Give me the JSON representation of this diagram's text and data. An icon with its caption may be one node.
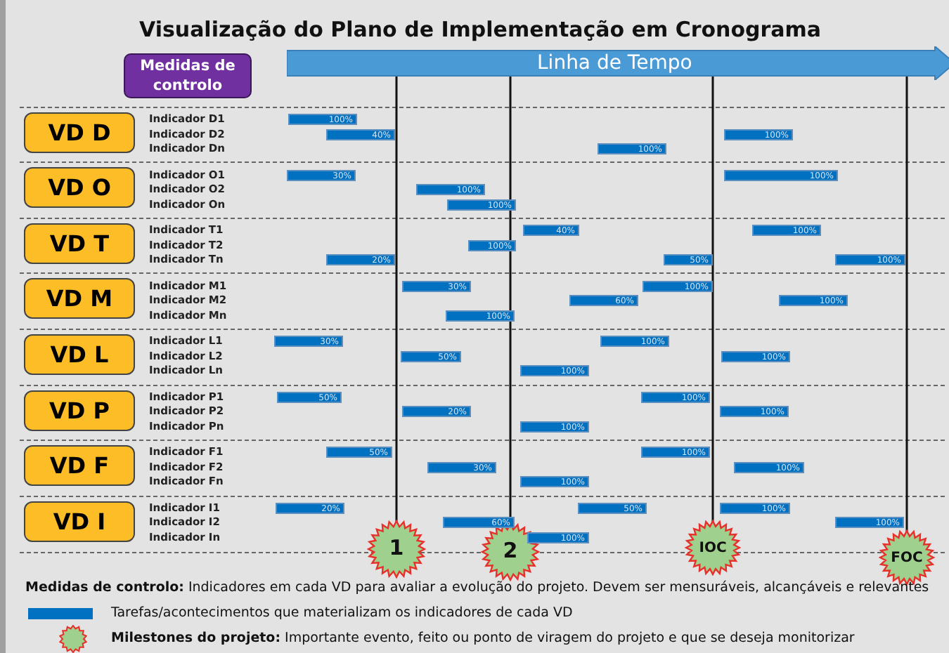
{
  "diagram": {
    "title": "Visualização do Plano de Implementação em Cronograma",
    "nodes": [
      {
        "text": [
          "Medidas de controlo"
        ]
      },
      {
        "text": [
          "Linha de Tempo"
        ]
      },
      {
        "text": [
          "VD D"
        ]
      },
      {
        "text": [
          "VD O"
        ]
      },
      {
        "text": [
          "VD T"
        ]
      },
      {
        "text": [
          "VD M"
        ]
      },
      {
        "text": [
          "VD L"
        ]
      },
      {
        "text": [
          "VD P"
        ]
      },
      {
        "text": [
          "VD F"
        ]
      },
      {
        "text": [
          "VD I"
        ]
      },
      {
        "text": [
          "1"
        ]
      },
      {
        "text": [
          "2"
        ]
      },
      {
        "text": [
          "IOC"
        ]
      },
      {
        "text": [
          "FOC"
        ]
      }
    ],
    "edges": [
      {
        "from": 1,
        "to": 10,
        "arrow": "none"
      },
      {
        "from": 1,
        "to": 11,
        "arrow": "none"
      },
      {
        "from": 1,
        "to": 12,
        "arrow": "none"
      },
      {
        "from": 1,
        "to": 13,
        "arrow": "none"
      }
    ],
    "labels": [
      "Indicador D1",
      "100%",
      "Indicador D2",
      "40%",
      "100%",
      "Indicador Dn",
      "100%",
      "Indicador O1",
      "30%",
      "100%",
      "Indicador O2",
      "100%",
      "Indicador On",
      "100%",
      "Indicador T1",
      "40%",
      "100%",
      "Indicador T2",
      "100%",
      "Indicador Tn",
      "20%",
      "50%",
      "100%",
      "Indicador M1",
      "30%",
      "100%",
      "Indicador M2",
      "60%",
      "100%",
      "Indicador Mn",
      "100%",
      "Indicador L1",
      "30%",
      "100%",
      "Indicador L2",
      "50%",
      "100%",
      "Indicador Ln",
      "100%",
      "Indicador P1",
      "50%",
      "100%",
      "Indicador P2",
      "20%",
      "100%",
      "Indicador Pn",
      "100%",
      "Indicador F1",
      "50%",
      "100%",
      "Indicador F2",
      "30%",
      "100%",
      "Indicador Fn",
      "100%",
      "Indicador I1",
      "20%",
      "50%",
      "100%",
      "Indicador I2",
      "60%",
      "100%",
      "Indicador In",
      "100%",
      "**Medidas de controlo:** Indicadores em cada VD para avaliar a evolução do projeto. Devem ser mensuráveis, alcançáveis e relevantes"
    ],
    "legend": [
      {
        "text": "Tarefas/acontecimentos que materializam os indicadores de cada VD",
        "color": "#0070c0"
      },
      {
        "text": "**Milestones do projeto:** Importante evento, feito ou ponto de viragem do projeto e que se deseja monitorizar"
      }
    ]
  }
}
